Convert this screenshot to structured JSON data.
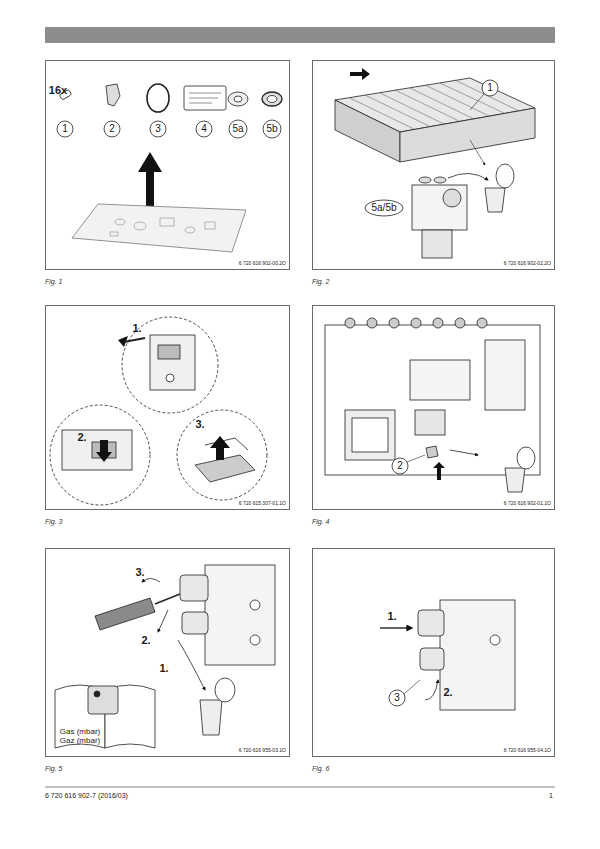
{
  "diagram": {
    "nodes": [
      {
        "text": [
          "Fig. 1"
        ]
      },
      {
        "text": [
          "Fig. 2"
        ]
      },
      {
        "text": [
          "Fig. 3"
        ]
      },
      {
        "text": [
          "Fig. 4"
        ]
      },
      {
        "text": [
          "Fig. 5"
        ]
      },
      {
        "text": [
          "Fig. 6"
        ]
      }
    ],
    "labels": [
      "16x",
      "1",
      "2",
      "3",
      "4",
      "5a",
      "5b",
      "6 720 616 902-00.2O",
      "1",
      "5a/5b",
      "6 720 616 902-02.2O",
      "1.",
      "2.",
      "3.",
      "6 720 615 307-01.1O",
      "2",
      "6 720 616 902-01.1O",
      "3.",
      "2.",
      "1.",
      "Gas (mbar)",
      "Gaz (mbar)",
      "6 720 616 955-03.1O",
      "1.",
      "2.",
      "3",
      "6 720 616 955-04.1O",
      "6 720 616 902-7 (2016/03)",
      "1"
    ]
  }
}
